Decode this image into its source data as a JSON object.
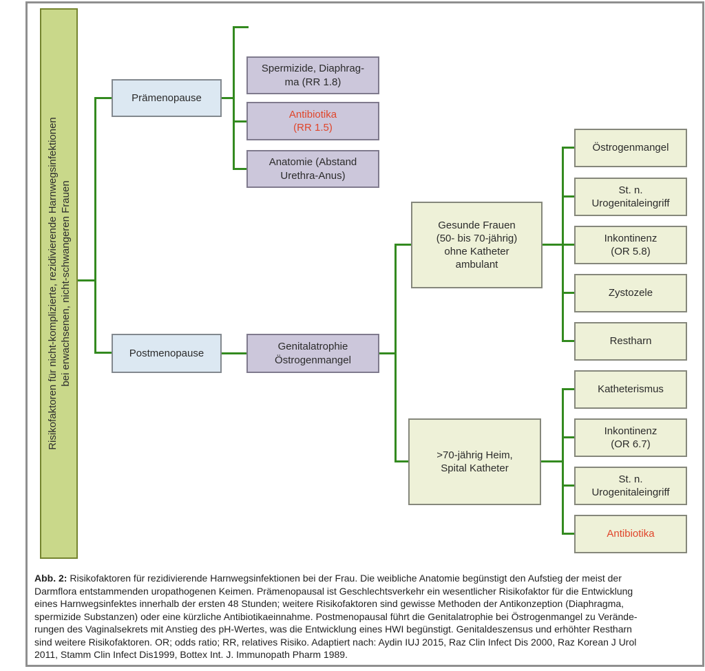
{
  "sidebar": {
    "label": "Risikofaktoren für nicht-komplizierte, rezidivierende Harnwegsinfektionen\nbei erwachsenen, nicht-schwangeren Frauen"
  },
  "nodes": {
    "pramenopause": "Prämenopause",
    "postmenopause": "Postmenopause",
    "spermizide": "Spermizide, Diaphrag-\nma (RR 1.8)",
    "antibiotika_pre": "Antibiotika\n(RR 1.5)",
    "anatomie": "Anatomie (Abstand\nUrethra-Anus)",
    "genitalatrophie": "Genitalatrophie\nÖstrogenmangel",
    "gesunde_frauen": "Gesunde Frauen\n(50- bis 70-jährig)\nohne Katheter\nambulant",
    "heim": ">70-jährig Heim,\nSpital Katheter",
    "oestrogenmangel": "Östrogenmangel",
    "st_n_urogenital_1": "St. n.\nUrogenitaleingriff",
    "inkontinenz_or58": "Inkontinenz\n(OR 5.8)",
    "zystozele": "Zystozele",
    "restharn": "Restharn",
    "katheterismus": "Katheterismus",
    "inkontinenz_or67": "Inkontinenz\n(OR 6.7)",
    "st_n_urogenital_2": "St. n.\nUrogenitaleingriff",
    "antibiotika_post": "Antibiotika"
  },
  "caption": {
    "prefix": "Abb. 2:",
    "line1_rest": " Risikofaktoren für rezidivierende Harnwegsinfektionen bei der Frau. Die weibliche Anatomie begünstigt den Aufstieg der meist der",
    "lines_rest": [
      "Darmflora entstammenden uropathogenen Keimen. Prämenopausal ist Geschlechtsverkehr ein wesentlicher Risikofaktor für die Entwicklung",
      "eines Harnwegsinfektes innerhalb der ersten 48 Stunden; weitere Risikofaktoren sind gewisse Methoden der Antikonzeption (Diaphragma,",
      "spermizide Substanzen) oder eine kürzliche Antibiotikaeinnahme. Postmenopausal führt die Genitalatrophie bei Östrogenmangel zu Verände-",
      "rungen des Vaginalsekrets mit Anstieg des pH-Wertes, was die Entwicklung eines HWI begünstigt. Genitaldeszensus und erhöhter Restharn",
      "sind weitere Risikofaktoren. OR; odds ratio; RR, relatives Risiko. Adaptiert nach: Aydin IUJ 2015, Raz Clin Infect Dis 2000, Raz Korean J Urol",
      "2011, Stamm Clin Infect Dis1999, Bottex Int. J. Immunopath Pharm 1989."
    ]
  },
  "colors": {
    "sidebar_fill": "#c9d88a",
    "sidebar_border": "#75842f",
    "blue_box_fill": "#dce8f2",
    "purple_box_fill": "#ccc7db",
    "pale_green_box_fill": "#eef1d8",
    "box_border": "#83838c",
    "connector_green": "#338a1f",
    "highlight_red": "#e0452a",
    "frame_border": "#8f8f8f"
  }
}
